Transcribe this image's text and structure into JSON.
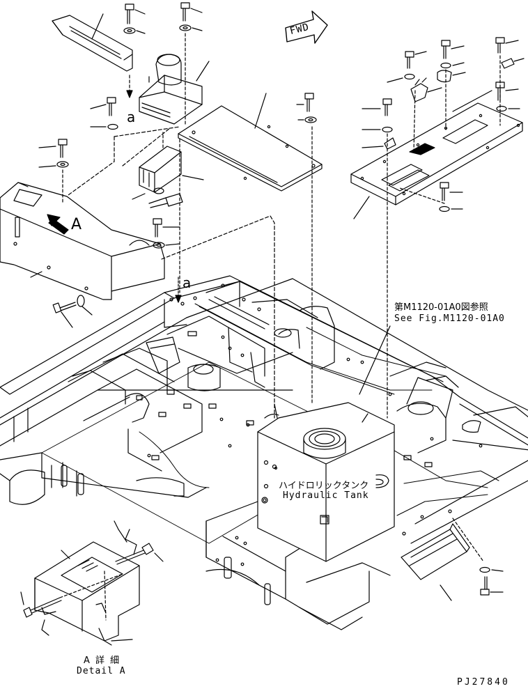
{
  "labels": {
    "fwd": "FWD",
    "view_a_marker": "A",
    "ref_a_top": "a",
    "ref_a_frame": "a",
    "see_fig_jp": "第M1120-01A0図参照",
    "see_fig_en": "See Fig.M1120-01A0",
    "tank_jp": "ハイドロリックタンク",
    "tank_en": "Hydraulic Tank",
    "detail_jp": "A 詳 細",
    "detail_en": "Detail A",
    "drawing_code": "PJ27840"
  },
  "colors": {
    "line": "#000000",
    "background": "#ffffff"
  }
}
